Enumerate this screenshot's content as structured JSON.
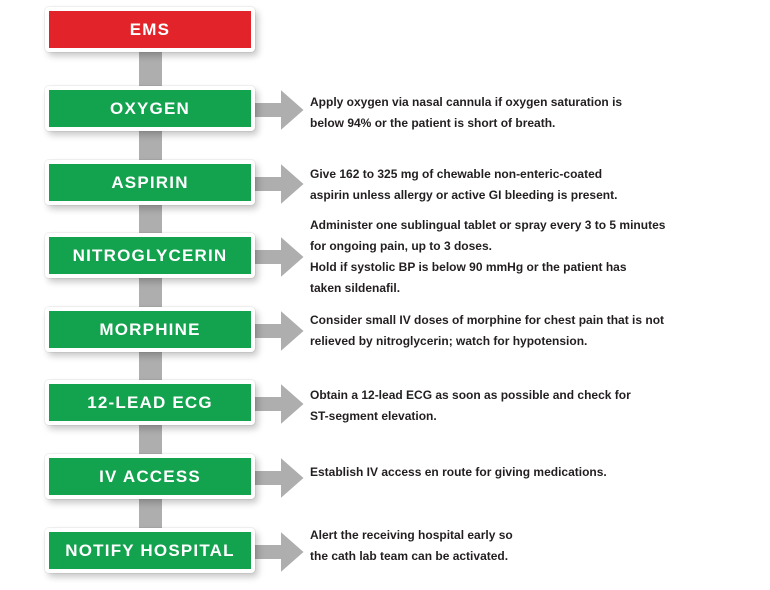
{
  "colors": {
    "start_box_red": "#e2242a",
    "step_box_green": "#13a24e",
    "arrow_gray": "#aeaeae",
    "box_border_white": "#ffffff",
    "body_text": "#231f20"
  },
  "flow": {
    "steps": [
      {
        "label": "EMS",
        "type": "start",
        "desc": []
      },
      {
        "label": "OXYGEN",
        "type": "step",
        "desc": [
          "Apply oxygen via nasal cannula if oxygen saturation is",
          "below 94% or the patient is short of breath."
        ]
      },
      {
        "label": "ASPIRIN",
        "type": "step",
        "desc": [
          "Give 162 to 325 mg of chewable non-enteric-coated",
          "aspirin unless allergy or active GI bleeding is present."
        ]
      },
      {
        "label": "NITROGLYCERIN",
        "type": "step",
        "desc": [
          "Administer one sublingual tablet or spray every 3 to 5 minutes",
          "for ongoing pain, up to 3 doses.",
          "Hold if systolic BP is below 90 mmHg or the patient has",
          "taken sildenafil."
        ]
      },
      {
        "label": "MORPHINE",
        "type": "step",
        "desc": [
          "Consider small IV doses of morphine for chest pain that is not",
          "relieved by nitroglycerin; watch for hypotension."
        ]
      },
      {
        "label": "12-LEAD ECG",
        "type": "step",
        "desc": [
          "Obtain a 12-lead ECG as soon as possible and check for",
          "ST-segment elevation."
        ]
      },
      {
        "label": "IV ACCESS",
        "type": "step",
        "desc": [
          "Establish IV access en route for giving medications."
        ]
      },
      {
        "label": "NOTIFY HOSPITAL",
        "type": "step",
        "desc": [
          "Alert the receiving hospital early so",
          "the cath lab team can be activated."
        ]
      }
    ]
  }
}
